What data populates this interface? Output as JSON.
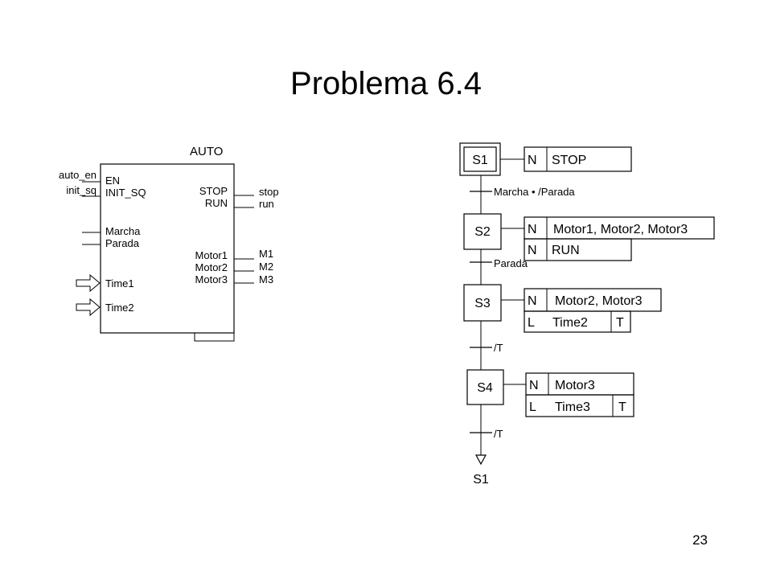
{
  "title": "Problema 6.4",
  "page_number": "23",
  "function_block": {
    "name": "AUTO",
    "inputs": [
      {
        "pin": "EN",
        "signal": "auto_en"
      },
      {
        "pin": "INIT_SQ",
        "signal": "init_sq"
      },
      {
        "pin": "Marcha",
        "signal": ""
      },
      {
        "pin": "Parada",
        "signal": ""
      },
      {
        "pin": "Time1",
        "signal": ""
      },
      {
        "pin": "Time2",
        "signal": ""
      }
    ],
    "outputs": [
      {
        "pin": "STOP",
        "signal": "stop"
      },
      {
        "pin": "RUN",
        "signal": "run"
      },
      {
        "pin": "Motor1",
        "signal": "M1"
      },
      {
        "pin": "Motor2",
        "signal": "M2"
      },
      {
        "pin": "Motor3",
        "signal": "M3"
      }
    ]
  },
  "grafcet": {
    "steps": [
      {
        "name": "S1",
        "initial": true,
        "actions": [
          {
            "qualifier": "N",
            "text": "STOP",
            "flag": ""
          }
        ]
      },
      {
        "name": "S2",
        "initial": false,
        "actions": [
          {
            "qualifier": "N",
            "text": "Motor1, Motor2, Motor3",
            "flag": ""
          },
          {
            "qualifier": "N",
            "text": "RUN",
            "flag": ""
          }
        ]
      },
      {
        "name": "S3",
        "initial": false,
        "actions": [
          {
            "qualifier": "N",
            "text": "Motor2, Motor3",
            "flag": ""
          },
          {
            "qualifier": "L",
            "text": "Time2",
            "flag": "T"
          }
        ]
      },
      {
        "name": "S4",
        "initial": false,
        "actions": [
          {
            "qualifier": "N",
            "text": "Motor3",
            "flag": ""
          },
          {
            "qualifier": "L",
            "text": "Time3",
            "flag": "T"
          }
        ]
      }
    ],
    "transitions": [
      "Marcha • /Parada",
      "Parada",
      "/T",
      "/T"
    ],
    "jump_target": "S1"
  }
}
